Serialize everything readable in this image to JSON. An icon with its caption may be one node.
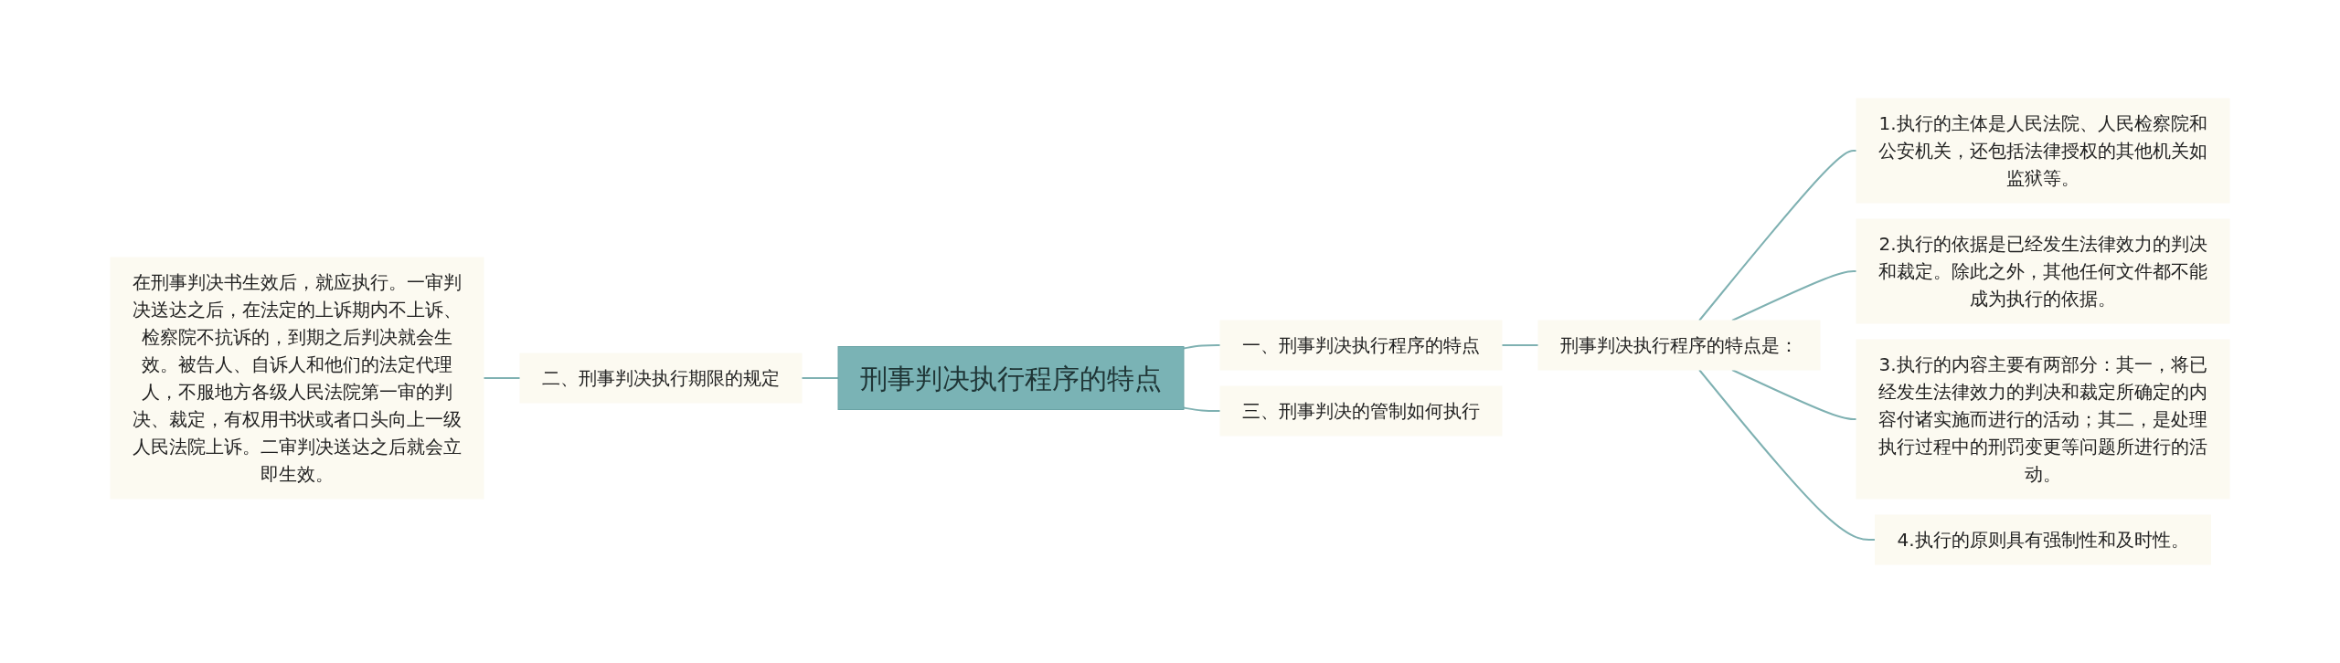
{
  "diagram": {
    "nodes": [
      {
        "text": [
          "刑事判决执行程序的特点"
        ]
      },
      {
        "text": [
          "一、刑事判决执行程序的特点"
        ]
      },
      {
        "text": [
          "刑事判决执行程序的特点是："
        ]
      },
      {
        "text": [
          "1.执行的主体是人民法院、人民检察院和公安机关，还包括法律授权的其他机关如监狱等。"
        ]
      },
      {
        "text": [
          "2.执行的依据是已经发生法律效力的判决和裁定。除此之外，其他任何文件都不能成为执行的依据。"
        ]
      },
      {
        "text": [
          "3.执行的内容主要有两部分：其一，将已经发生法律效力的判决和裁定所确定的内容付诸实施而进行的活动；其二，是处理执行过程中的刑罚变更等问题所进行的活动。"
        ]
      },
      {
        "text": [
          "4.执行的原则具有强制性和及时性。"
        ]
      },
      {
        "text": [
          "三、刑事判决的管制如何执行"
        ]
      },
      {
        "text": [
          "二、刑事判决执行期限的规定"
        ]
      },
      {
        "text": [
          "在刑事判决书生效后，就应执行。一审判决送达之后，在法定的上诉期内不上诉、检察院不抗诉的，到期之后判决就会生效。被告人、自诉人和他们的法定代理人，不服地方各级人民法院第一审的判决、裁定，有权用书状或者口头向上一级人民法院上诉。二审判决送达之后就会立即生效。"
        ]
      }
    ],
    "edges": [
      {
        "from": 0,
        "to": 1,
        "arrow": "none"
      },
      {
        "from": 1,
        "to": 2,
        "arrow": "none"
      },
      {
        "from": 2,
        "to": 3,
        "arrow": "none"
      },
      {
        "from": 2,
        "to": 4,
        "arrow": "none"
      },
      {
        "from": 2,
        "to": 5,
        "arrow": "none"
      },
      {
        "from": 2,
        "to": 6,
        "arrow": "none"
      },
      {
        "from": 0,
        "to": 7,
        "arrow": "none"
      },
      {
        "from": 9,
        "to": 8,
        "arrow": "none"
      },
      {
        "from": 8,
        "to": 0,
        "arrow": "none"
      }
    ]
  }
}
